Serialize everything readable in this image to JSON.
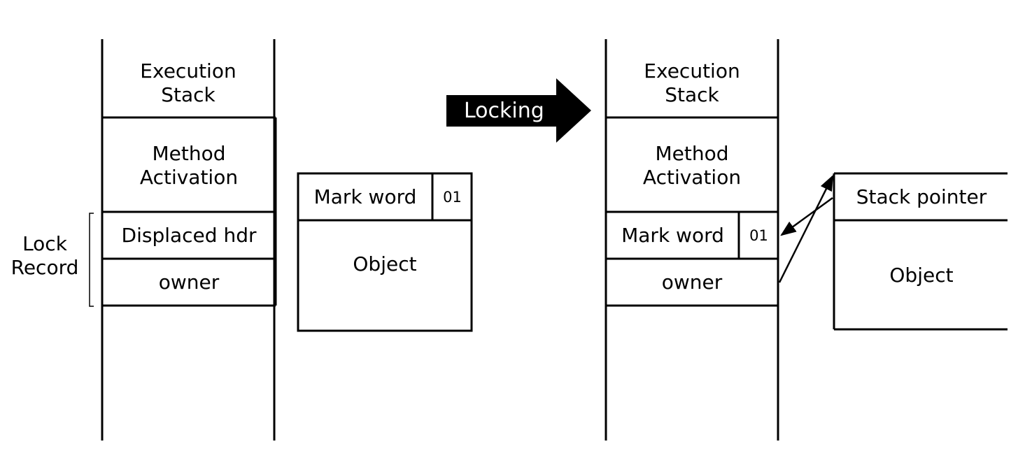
{
  "colors": {
    "line": "#000000",
    "background": "#ffffff",
    "arrow_fill": "#000000",
    "arrow_text": "#ffffff"
  },
  "transition": {
    "label": "Locking"
  },
  "left": {
    "stack": {
      "execution_stack": "Execution\nStack",
      "method_activation": "Method\nActivation",
      "displaced_hdr": "Displaced hdr",
      "owner": "owner"
    },
    "lock_record_label": "Lock\nRecord",
    "object": {
      "mark_word": "Mark word",
      "lock_bits": "01",
      "body": "Object"
    }
  },
  "right": {
    "stack": {
      "execution_stack": "Execution\nStack",
      "method_activation": "Method\nActivation",
      "mark_word": "Mark word",
      "lock_bits": "01",
      "owner": "owner"
    },
    "object": {
      "stack_pointer": "Stack pointer",
      "body": "Object"
    }
  }
}
